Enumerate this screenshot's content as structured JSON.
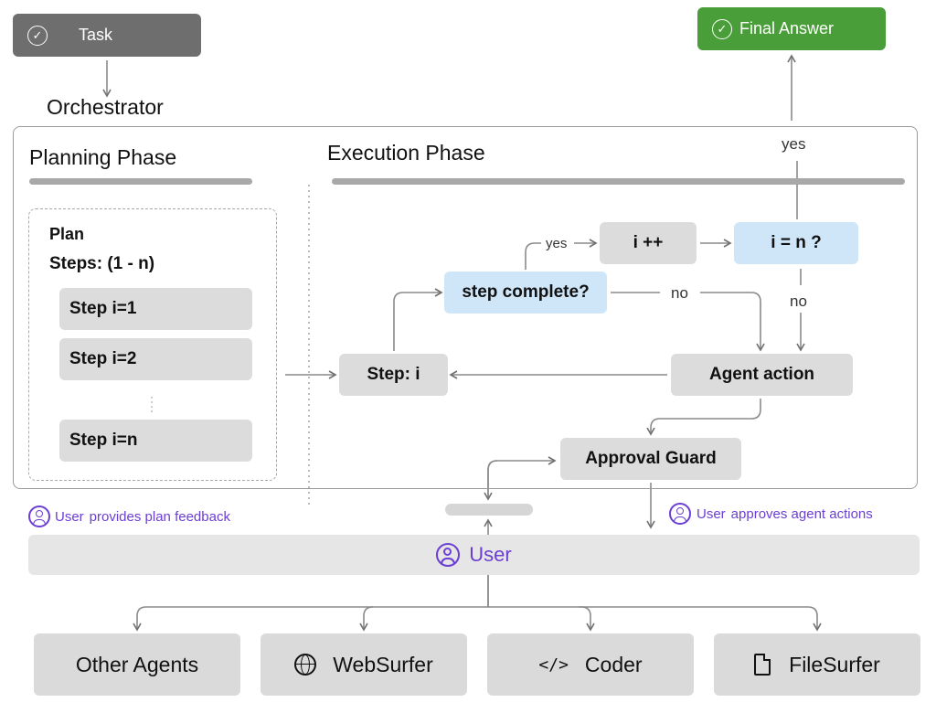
{
  "task": {
    "label": "Task"
  },
  "final_answer": {
    "label": "Final Answer"
  },
  "orchestrator": {
    "label": "Orchestrator"
  },
  "planning": {
    "title": "Planning Phase",
    "plan_title": "Plan",
    "steps_label": "Steps: (1 - n)",
    "steps": [
      "Step i=1",
      "Step i=2",
      "Step i=n"
    ]
  },
  "execution": {
    "title": "Execution Phase",
    "step_i": "Step: i",
    "step_complete": "step complete?",
    "i_increment": "i ++",
    "i_equals_n": "i = n ?",
    "agent_action": "Agent action",
    "approval_guard": "Approval Guard",
    "edge_yes_top": "yes",
    "edge_yes": "yes",
    "edge_no": "no",
    "edge_no_down": "no"
  },
  "feedback": {
    "plan": {
      "user": "User",
      "text": "provides plan feedback"
    },
    "actions": {
      "user": "User",
      "text": "approves agent actions"
    }
  },
  "user_bar": {
    "label": "User"
  },
  "agents": [
    {
      "name": "Other Agents",
      "icon": "none"
    },
    {
      "name": "WebSurfer",
      "icon": "globe-icon"
    },
    {
      "name": "Coder",
      "icon": "code-icon"
    },
    {
      "name": "FileSurfer",
      "icon": "file-icon"
    }
  ],
  "colors": {
    "task_bg": "#6e6e6e",
    "final_answer_bg": "#4a9e3a",
    "box_grey": "#dcdcdc",
    "box_blue": "#cfe6f9",
    "user_purple": "#6b3fd3",
    "line_grey": "#8a8a8a"
  }
}
